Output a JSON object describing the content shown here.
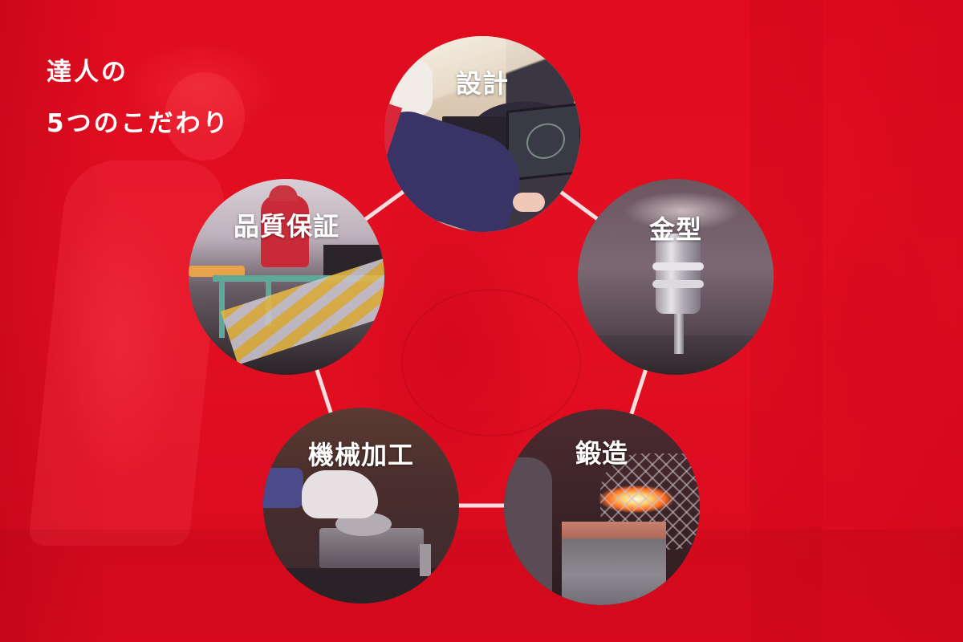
{
  "heading": {
    "line1": "達人の",
    "line2": "5つのこだわり"
  },
  "colors": {
    "background": "#e10d1f",
    "connector": "#f5dde0",
    "label_text": "#ffffff"
  },
  "circles": [
    {
      "id": "design",
      "label": "設計",
      "image_description": "engineer at CAD workstation",
      "icon": "cad-monitor-icon"
    },
    {
      "id": "mold",
      "label": "金型",
      "image_description": "milling spindle cutting a die",
      "icon": "milling-icon"
    },
    {
      "id": "forge",
      "label": "鍛造",
      "image_description": "glowing hot metal on forging die",
      "icon": "forge-icon"
    },
    {
      "id": "machining",
      "label": "機械加工",
      "image_description": "gloved hand adjusting machine fixture",
      "icon": "machining-icon"
    },
    {
      "id": "quality",
      "label": "品質保証",
      "image_description": "inspector checking packaged tools on line",
      "icon": "inspection-icon"
    }
  ]
}
